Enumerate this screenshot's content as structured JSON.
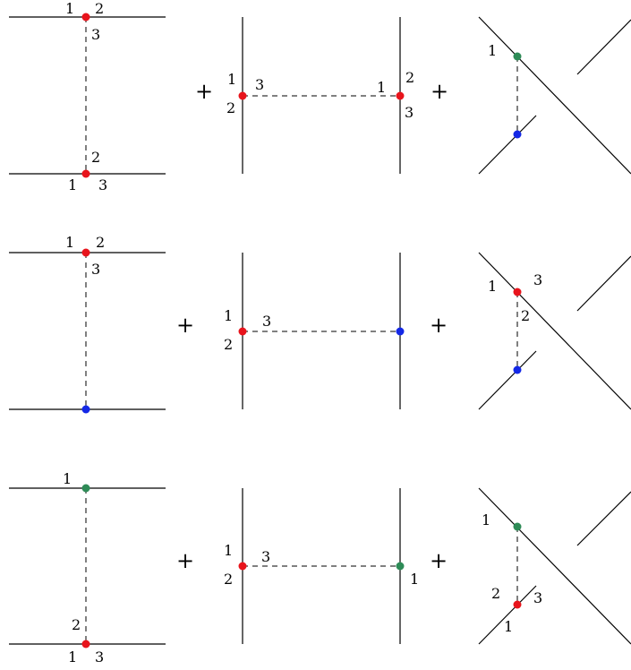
{
  "operator": "+",
  "colors": {
    "red": "#e8141c",
    "blue": "#1428e6",
    "green": "#2e8b57"
  },
  "rows": [
    {
      "panel1": {
        "top": [
          "1",
          "2",
          "3"
        ],
        "bottom": [
          "2",
          "1",
          "3"
        ]
      },
      "panel2": {
        "left": [
          "1",
          "3",
          "2"
        ],
        "right": [
          "1",
          "2",
          "3"
        ]
      },
      "panel3": {
        "labels": [
          "1"
        ]
      }
    },
    {
      "panel1": {
        "top": [
          "1",
          "2",
          "3"
        ]
      },
      "panel2": {
        "left": [
          "1",
          "3",
          "2"
        ]
      },
      "panel3": {
        "labels": [
          "1",
          "3",
          "2"
        ]
      }
    },
    {
      "panel1": {
        "top": [
          "1"
        ],
        "bottom": [
          "2",
          "1",
          "3"
        ]
      },
      "panel2": {
        "left": [
          "1",
          "3",
          "2"
        ],
        "right": [
          "1"
        ]
      },
      "panel3": {
        "labels": [
          "1",
          "2",
          "3",
          "1"
        ]
      }
    }
  ]
}
